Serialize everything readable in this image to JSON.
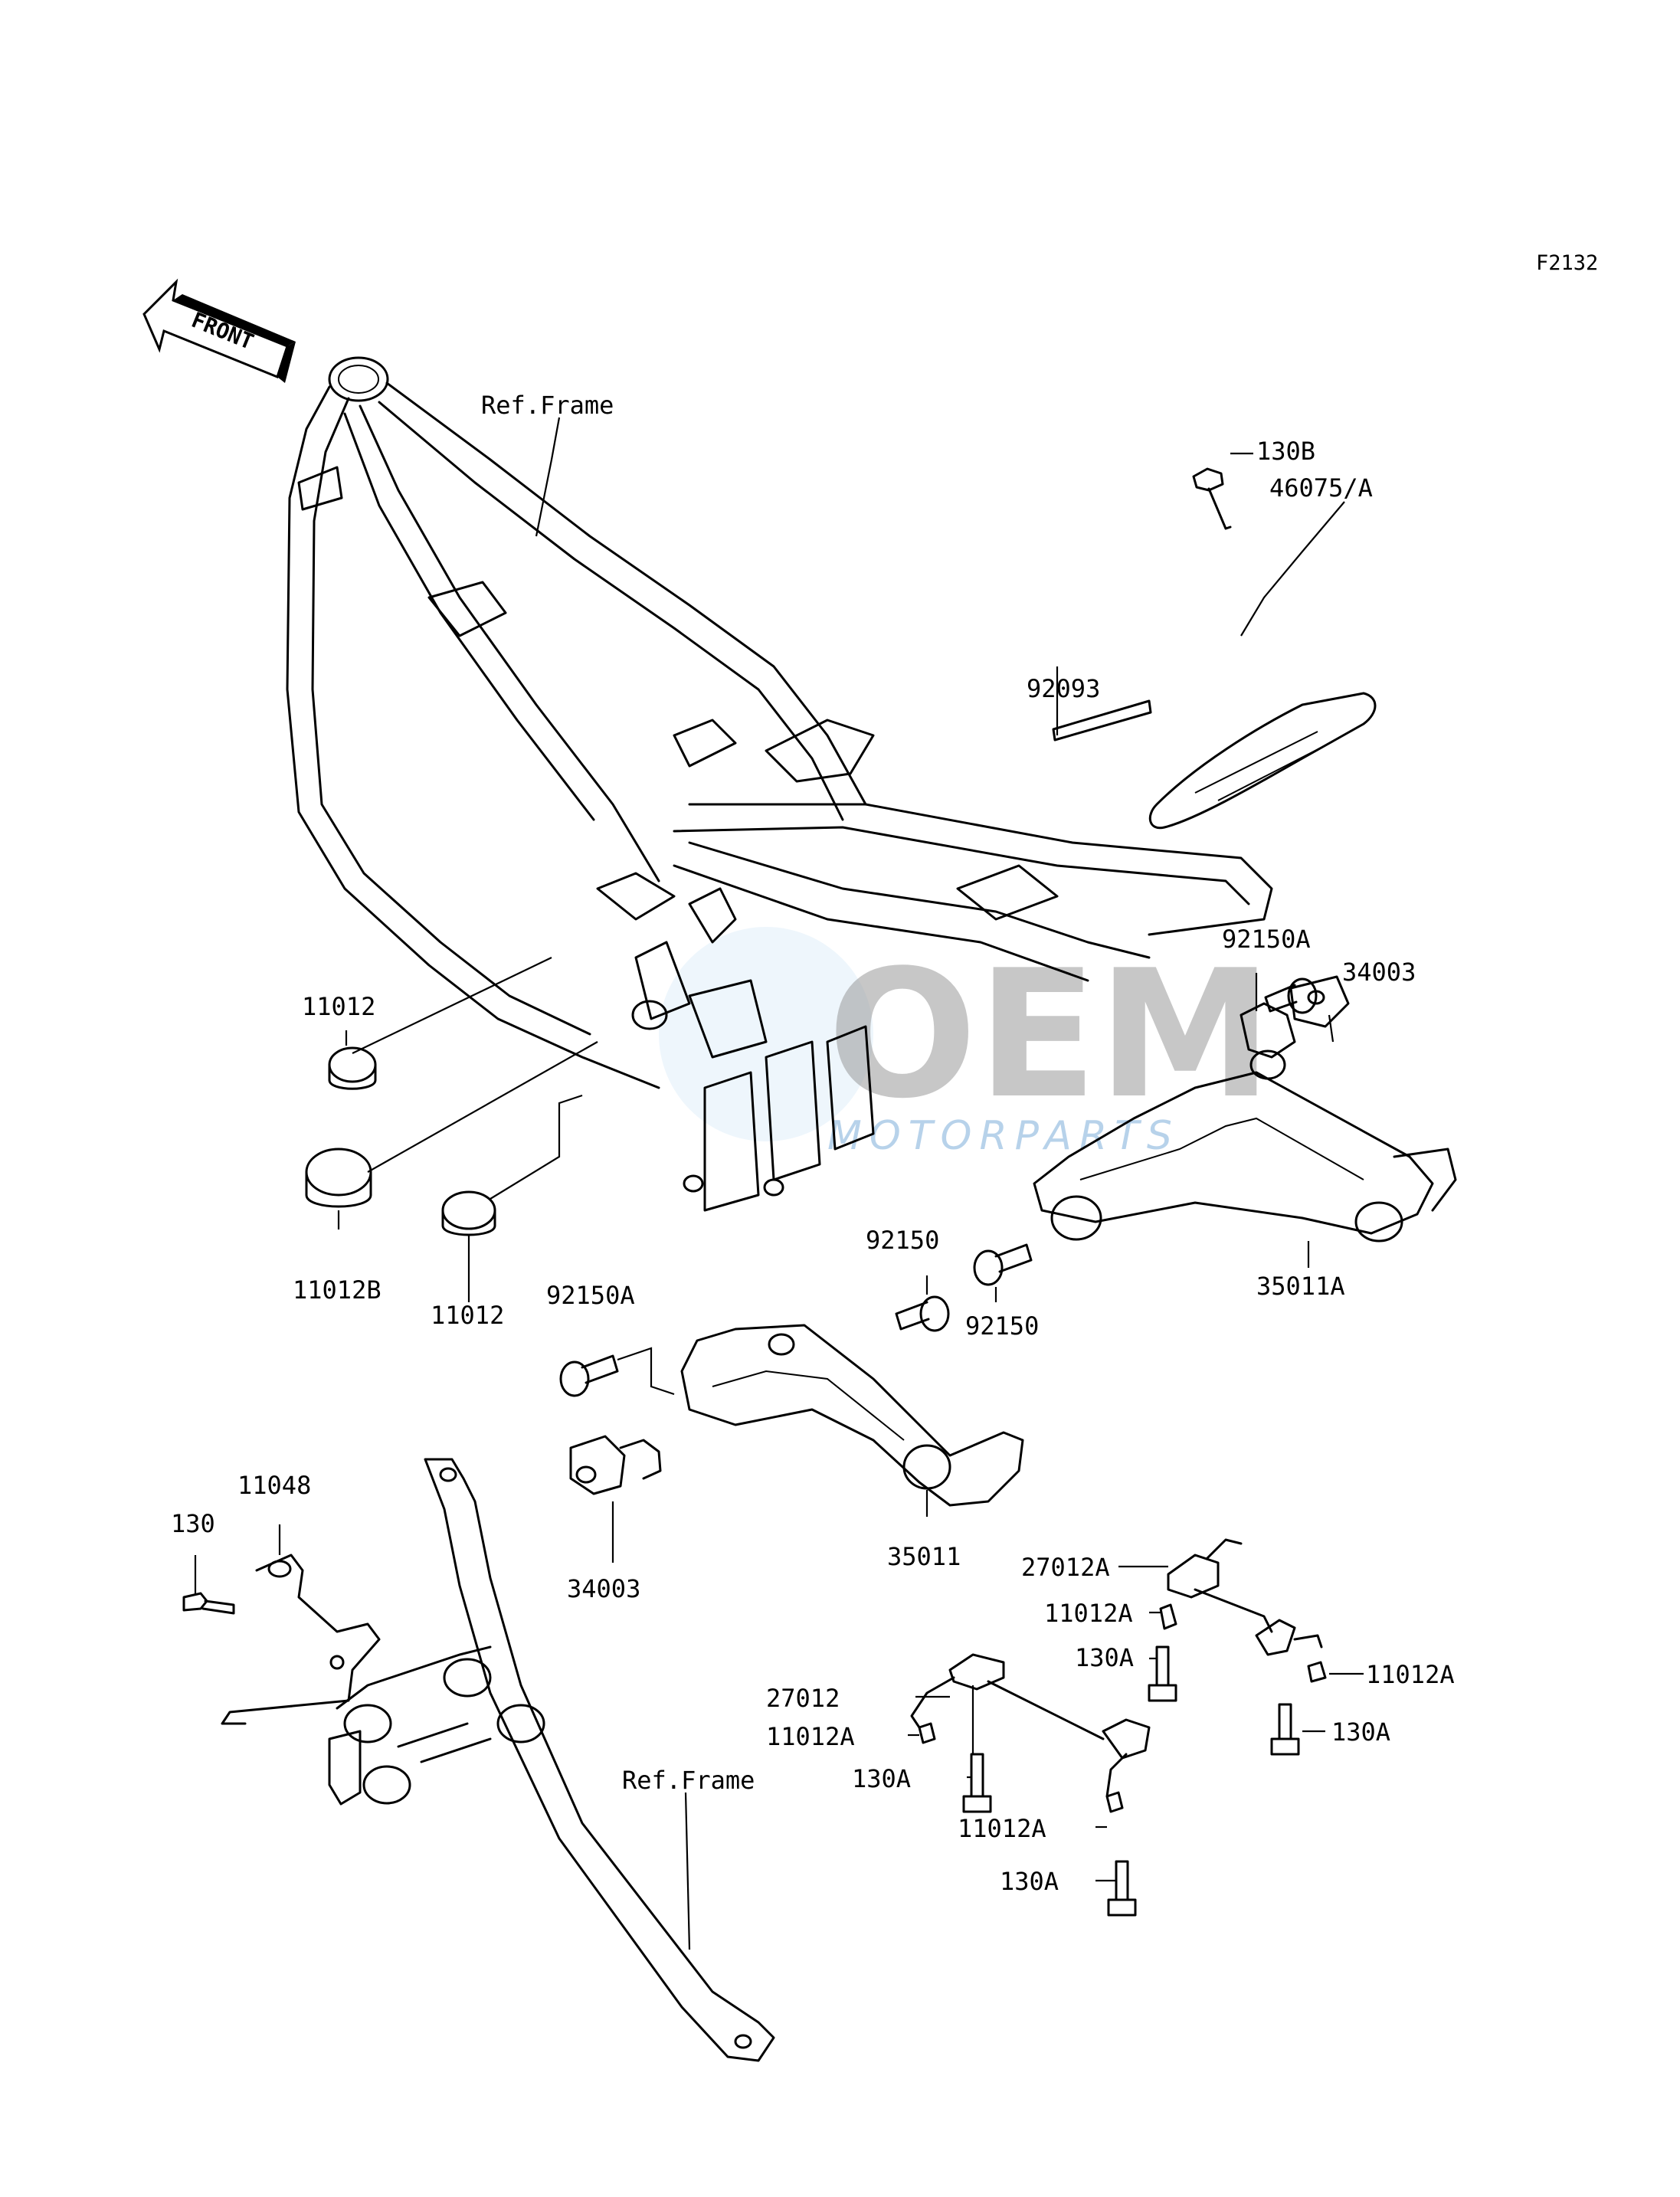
{
  "diagram": {
    "figure_code": "F2132",
    "direction_label": "FRONT",
    "watermark": {
      "brand": "OEM",
      "sub": "MOTORPARTS"
    },
    "colors": {
      "line": "#000000",
      "watermark_gray": "#9a9a9a",
      "watermark_blue": "#a6c8e6"
    }
  },
  "labels": {
    "ref_frame_top": "Ref.Frame",
    "ref_frame_bottom": "Ref.Frame",
    "p130B": "130B",
    "p46075A": "46075/A",
    "p92093": "92093",
    "p92150A_right": "92150A",
    "p34003_right": "34003",
    "p11012_left": "11012",
    "p11012B": "11012B",
    "p11012_mid": "11012",
    "p35011A": "35011A",
    "p92150_top": "92150",
    "p92150_bottom": "92150",
    "p92150A_left": "92150A",
    "p11048": "11048",
    "p130": "130",
    "p34003_left": "34003",
    "p35011": "35011",
    "p27012A": "27012A",
    "p11012A_a": "11012A",
    "p130A_a": "130A",
    "p11012A_b": "11012A",
    "p130A_b": "130A",
    "p27012": "27012",
    "p11012A_c": "11012A",
    "p130A_c": "130A",
    "p11012A_d": "11012A",
    "p130A_d": "130A"
  }
}
